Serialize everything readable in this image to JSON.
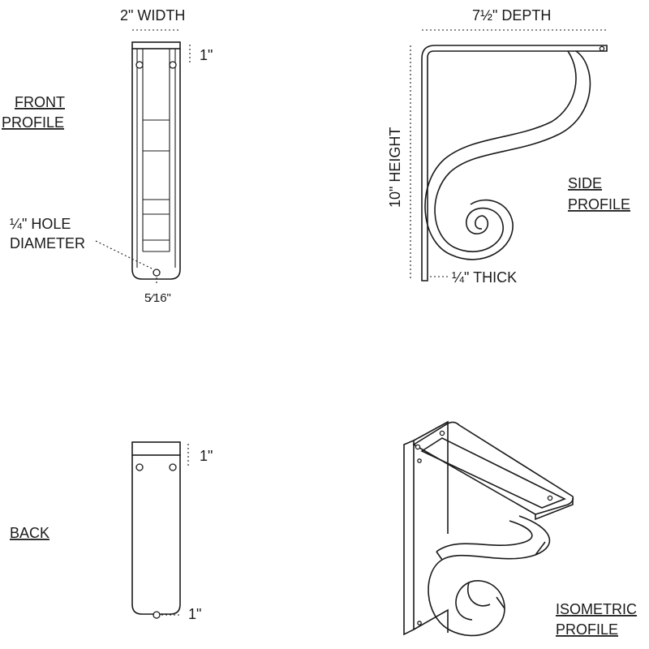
{
  "front": {
    "width_label": "2\" WIDTH",
    "top_label": "1\"",
    "title_line1": "FRONT",
    "title_line2": "PROFILE",
    "hole_line1": "¼\" HOLE",
    "hole_line2": "DIAMETER",
    "hole_offset": "5⁄16\""
  },
  "side": {
    "depth_label": "7½\" DEPTH",
    "height_label": "10\" HEIGHT",
    "thick_label": "¼\" THICK",
    "title_line1": "SIDE",
    "title_line2": "PROFILE"
  },
  "back": {
    "title": "BACK",
    "top_label": "1\"",
    "bottom_label": "1\""
  },
  "isometric": {
    "title_line1": "ISOMETRIC",
    "title_line2": "PROFILE"
  }
}
